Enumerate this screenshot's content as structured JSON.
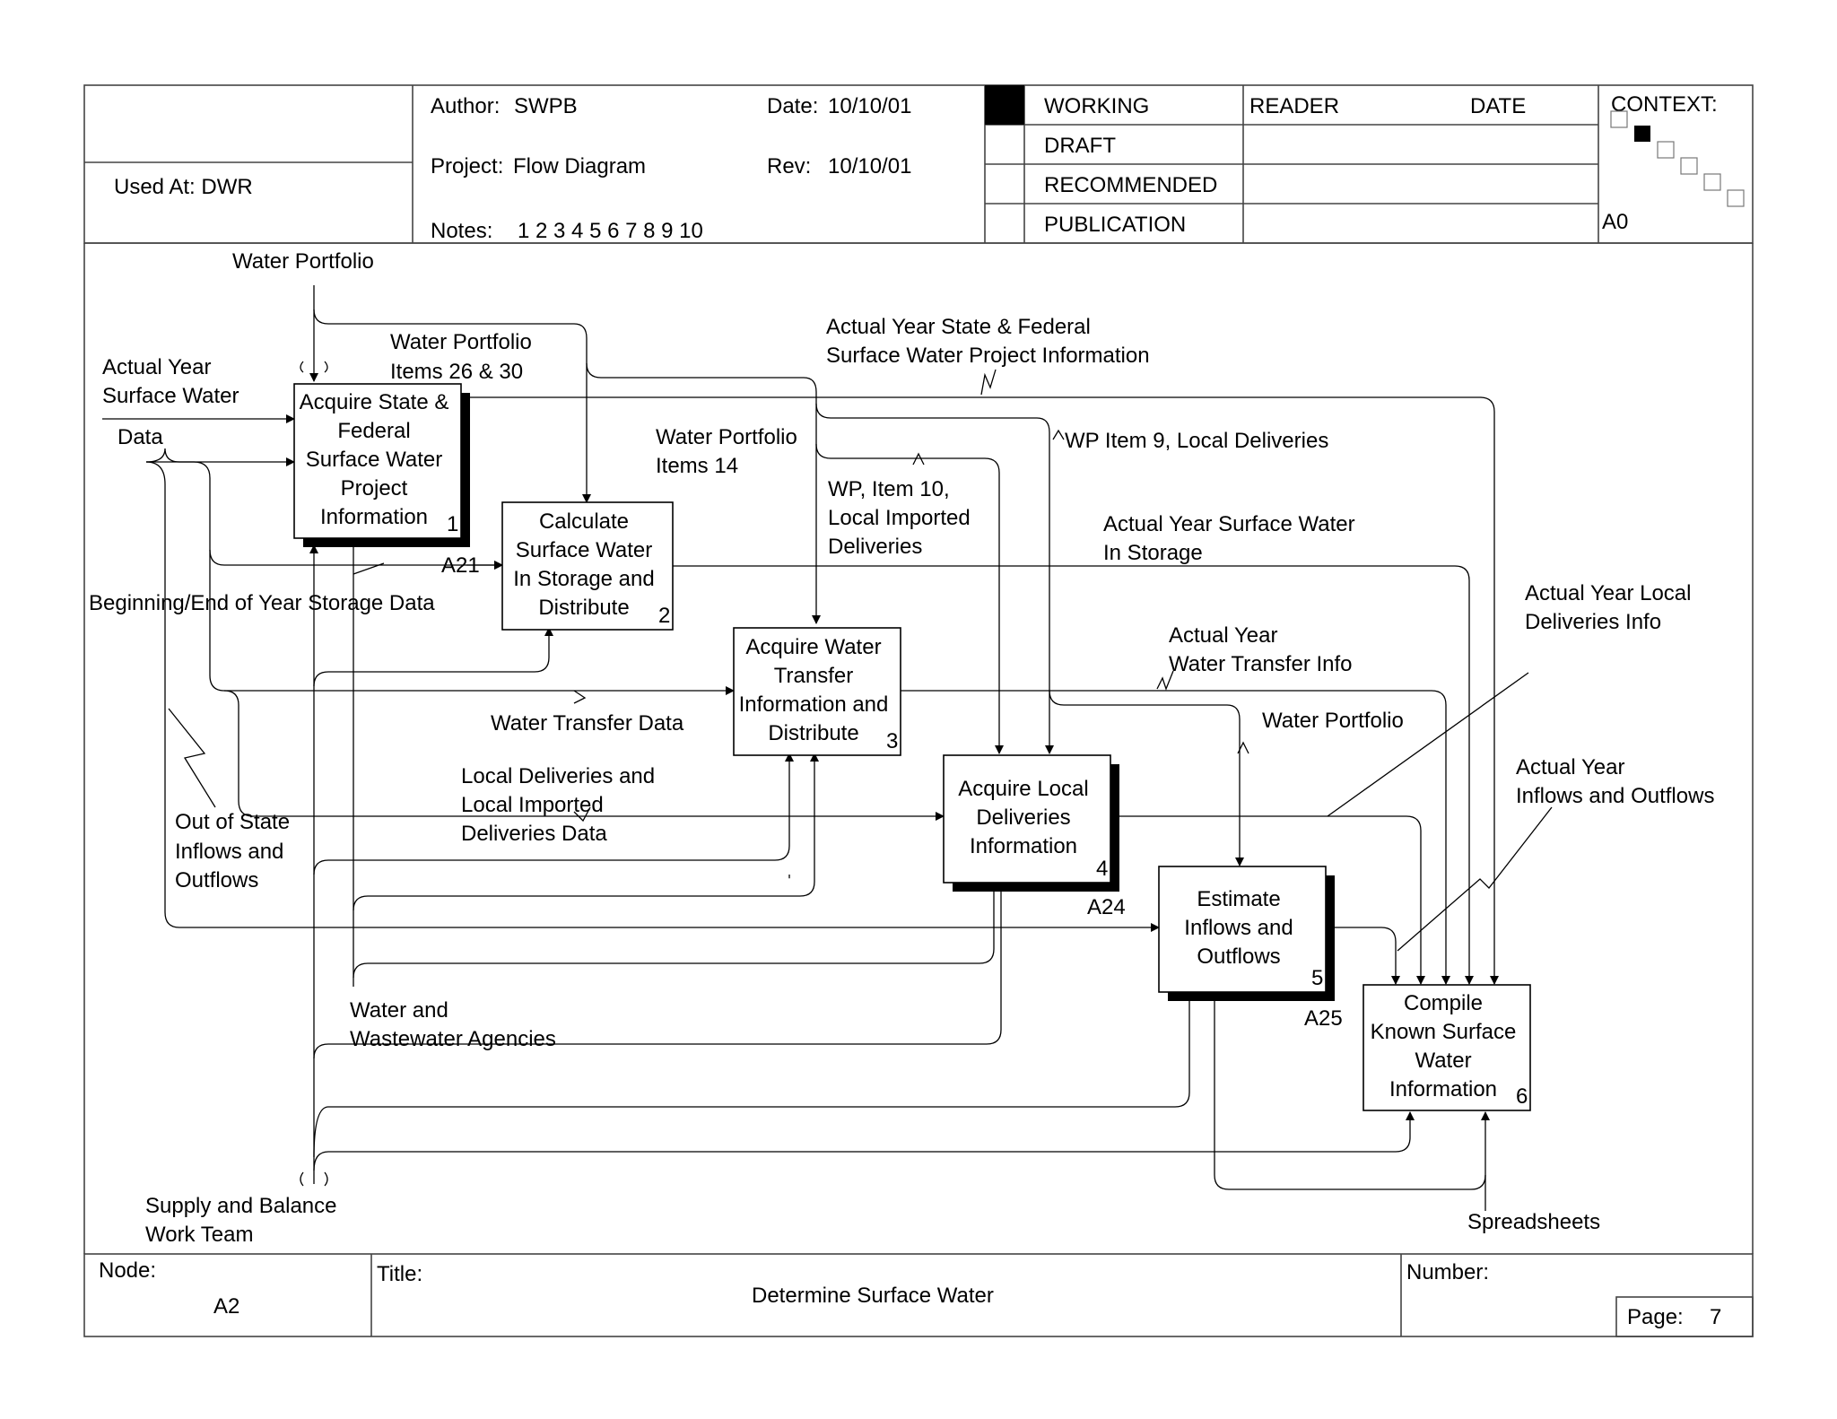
{
  "header": {
    "used_at": "Used At: DWR",
    "author_label": "Author:",
    "author": "SWPB",
    "date_label": "Date:",
    "date": "10/10/01",
    "project_label": "Project:",
    "project": "Flow Diagram",
    "rev_label": "Rev:",
    "rev": "10/10/01",
    "notes_label": "Notes:",
    "notes": "1 2 3 4 5 6 7 8 9 10",
    "status": [
      "WORKING",
      "DRAFT",
      "RECOMMENDED",
      "PUBLICATION"
    ],
    "active_status": "WORKING",
    "reader": "READER",
    "reader_date": "DATE",
    "context": "CONTEXT:",
    "context_node": "A0"
  },
  "footer": {
    "node_label": "Node:",
    "node": "A2",
    "title_label": "Title:",
    "title": "Determine Surface Water",
    "number_label": "Number:",
    "page_label": "Page:",
    "page": "7"
  },
  "activities": [
    {
      "id": "1",
      "lines": [
        "Acquire State &",
        "Federal",
        "Surface Water",
        "Project",
        "Information"
      ],
      "ref": "A21"
    },
    {
      "id": "2",
      "lines": [
        "Calculate",
        "Surface Water",
        "In Storage and",
        "Distribute"
      ],
      "ref": ""
    },
    {
      "id": "3",
      "lines": [
        "Acquire Water",
        "Transfer",
        "Information and",
        "Distribute"
      ],
      "ref": ""
    },
    {
      "id": "4",
      "lines": [
        "Acquire Local",
        "Deliveries",
        "Information"
      ],
      "ref": "A24"
    },
    {
      "id": "5",
      "lines": [
        "Estimate",
        "Inflows and",
        "Outflows"
      ],
      "ref": "A25"
    },
    {
      "id": "6",
      "lines": [
        "Compile",
        "Known Surface",
        "Water",
        "Information"
      ],
      "ref": ""
    }
  ],
  "arrows": {
    "water_portfolio_top": "Water Portfolio",
    "wp_items_26_30": [
      "Water Portfolio",
      "Items 26 & 30"
    ],
    "actual_year_sw_data": [
      "Actual Year",
      "Surface Water",
      "Data"
    ],
    "wp_items_14": [
      "Water Portfolio",
      "Items 14"
    ],
    "wp_item_10": [
      "WP, Item 10,",
      "Local Imported",
      "Deliveries"
    ],
    "state_fed_info": [
      "Actual Year State & Federal",
      "Surface Water Project Information"
    ],
    "wp_item_9": "WP Item 9, Local Deliveries",
    "sw_in_storage": [
      "Actual Year Surface Water",
      "In Storage"
    ],
    "storage_data": "Beginning/End of Year Storage Data",
    "local_deliveries_info": [
      "Actual Year Local",
      "Deliveries Info"
    ],
    "water_transfer_info": [
      "Actual Year",
      "Water Transfer Info"
    ],
    "water_transfer_data": "Water Transfer Data",
    "water_portfolio_mid": "Water Portfolio",
    "local_deliveries_data": [
      "Local Deliveries and",
      "Local Imported",
      "Deliveries Data"
    ],
    "out_of_state": [
      "Out of State",
      "Inflows and",
      "Outflows"
    ],
    "inflows_outflows": [
      "Actual Year",
      "Inflows and Outflows"
    ],
    "agencies": [
      "Water and",
      "Wastewater Agencies"
    ],
    "team": [
      "Supply and Balance",
      "Work Team"
    ],
    "spreadsheets": "Spreadsheets"
  }
}
